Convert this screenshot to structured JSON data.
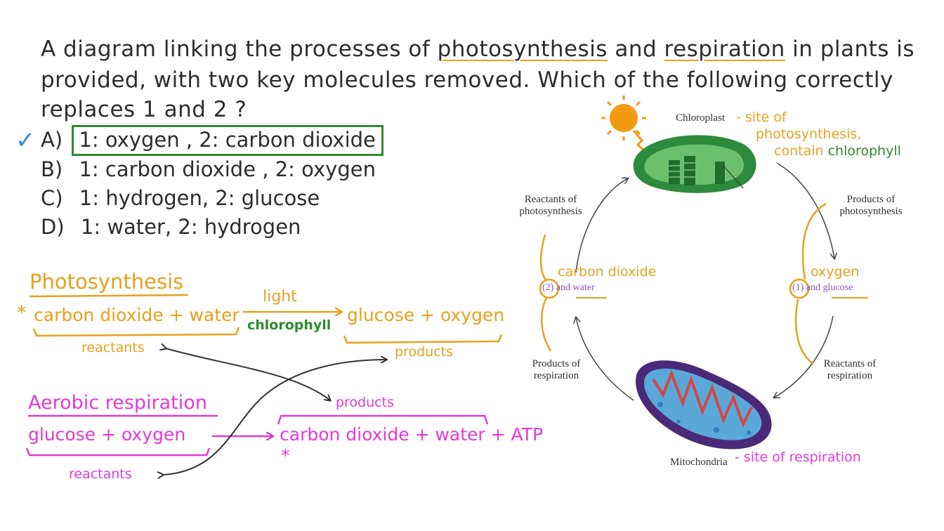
{
  "question": {
    "line1_a": "A diagram linking the processes of",
    "line1_b": "photosynthesis",
    "line1_c": "and",
    "line1_d": "respiration",
    "line1_e": "in plants is",
    "line2": "provided, with two key molecules removed. Which of the following correctly",
    "line3": "replaces 1 and 2 ?"
  },
  "options": [
    {
      "label": "A)",
      "text": "1: oxygen , 2: carbon dioxide",
      "correct": true
    },
    {
      "label": "B)",
      "text": "1: carbon dioxide , 2: oxygen",
      "correct": false
    },
    {
      "label": "C)",
      "text": "1: hydrogen, 2: glucose",
      "correct": false
    },
    {
      "label": "D)",
      "text": "1: water, 2: hydrogen",
      "correct": false
    }
  ],
  "check_mark": "✓",
  "photosynthesis": {
    "title": "Photosynthesis",
    "star": "*",
    "reactants": "carbon dioxide + water",
    "light": "light",
    "chlorophyll": "chlorophyll",
    "products": "glucose + oxygen",
    "reactants_label": "reactants",
    "products_label": "products"
  },
  "respiration": {
    "title": "Aerobic respiration",
    "reactants": "glucose + oxygen",
    "products": "carbon dioxide + water + ATP",
    "star": "*",
    "products_label": "products",
    "reactants_label": "reactants"
  },
  "cycle": {
    "chloroplast": "Chloroplast",
    "chloroplast_note_1": "- site of",
    "chloroplast_note_2": "photosynthesis,",
    "chloroplast_note_3": "contain",
    "chloroplast_note_4": "chlorophyll",
    "reactants_photo_1": "Reactants of",
    "reactants_photo_2": "photosynthesis",
    "products_photo_1": "Products of",
    "products_photo_2": "photosynthesis",
    "carbon_dioxide": "carbon dioxide",
    "two": "(2)",
    "and_water_and": "and",
    "and_water_water": "water",
    "oxygen": "oxygen",
    "one": "(1)",
    "and_glucose_and": "and",
    "and_glucose_glucose": "glucose",
    "products_resp_1": "Products of",
    "products_resp_2": "respiration",
    "reactants_resp_1": "Reactants of",
    "reactants_resp_2": "respiration",
    "mitochondria": "Mitochondria",
    "mito_note": "- site of respiration"
  },
  "colors": {
    "orange": "#e8a01e",
    "green": "#2e8a2e",
    "magenta": "#e23ad8",
    "purple": "#8a4fc9",
    "check": "#3a8fd0"
  }
}
